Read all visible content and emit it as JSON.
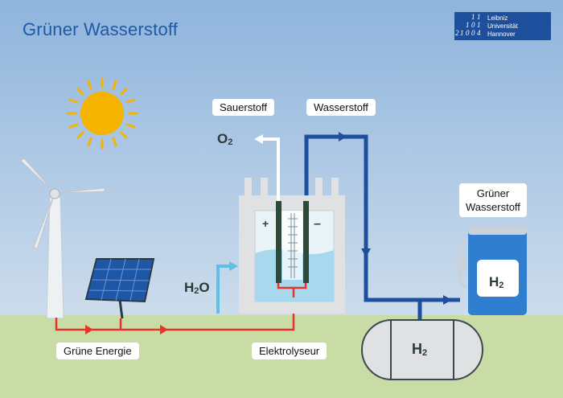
{
  "title": "Grüner Wasserstoff",
  "logo": {
    "digits": [
      "1",
      "1",
      "1",
      "0",
      "1",
      "2",
      "1",
      "0",
      "0",
      "4"
    ],
    "lines": [
      "Leibniz",
      "Universität",
      "Hannover"
    ]
  },
  "labels": {
    "sauerstoff": "Sauerstoff",
    "wasserstoff": "Wasserstoff",
    "gruene_energie": "Grüne Energie",
    "elektrolyseur": "Elektrolyseur",
    "station_line1": "Grüner",
    "station_line2": "Wasserstoff"
  },
  "chem": {
    "o": "O",
    "o_sub": "2",
    "h2o_h": "H",
    "h2o_sub": "2",
    "h2o_o": "O",
    "pump_h": "H",
    "pump_sub": "2",
    "tank_h": "H",
    "tank_sub": "2"
  },
  "electrodes": {
    "plus": "+",
    "minus": "–"
  },
  "colors": {
    "sky_top": "#8fb4dd",
    "sky_bottom": "#dbe6ef",
    "ground": "#c9dca6",
    "electric_line": "#e8322a",
    "hydrogen_pipe": "#1d4f9c",
    "oxygen_pipe": "#ffffff",
    "water": "#a8d8ee",
    "sun": "#f4b400"
  }
}
